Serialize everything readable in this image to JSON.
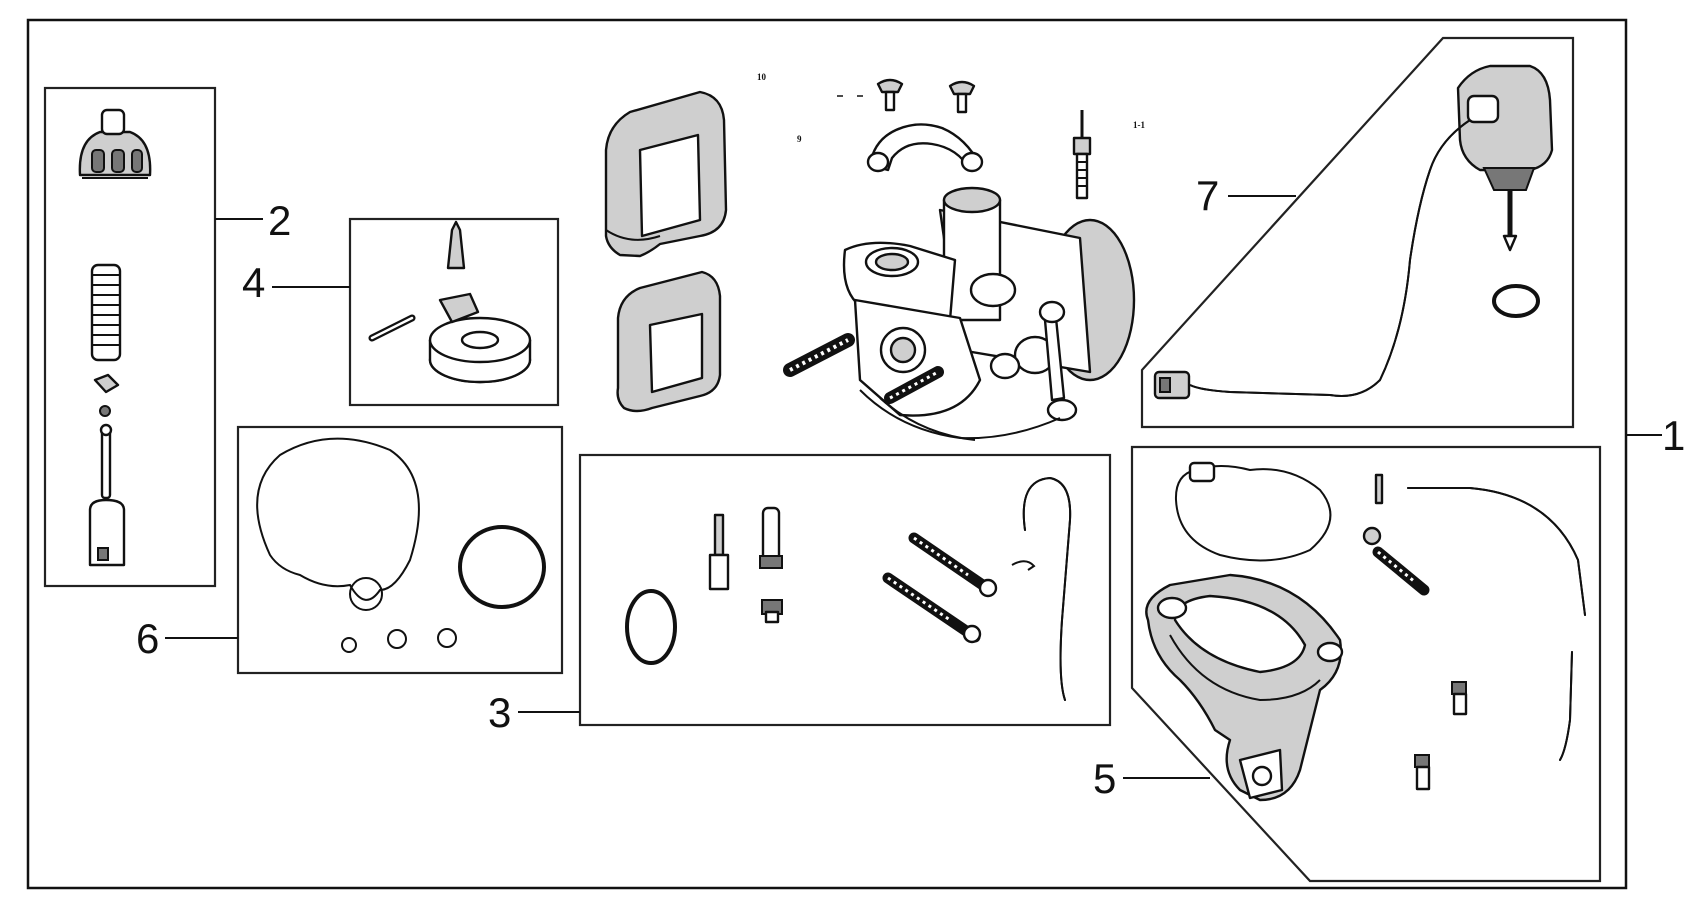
{
  "diagram": {
    "callouts": {
      "c1": "1",
      "c2": "2",
      "c3": "3",
      "c4": "4",
      "c5": "5",
      "c6": "6",
      "c7": "7"
    },
    "small_labels": {
      "s10": "10",
      "s9": "9",
      "s11": "1-1"
    },
    "colors": {
      "ink": "#111111",
      "paper": "#ffffff",
      "shade": "#cfcfcf"
    }
  }
}
